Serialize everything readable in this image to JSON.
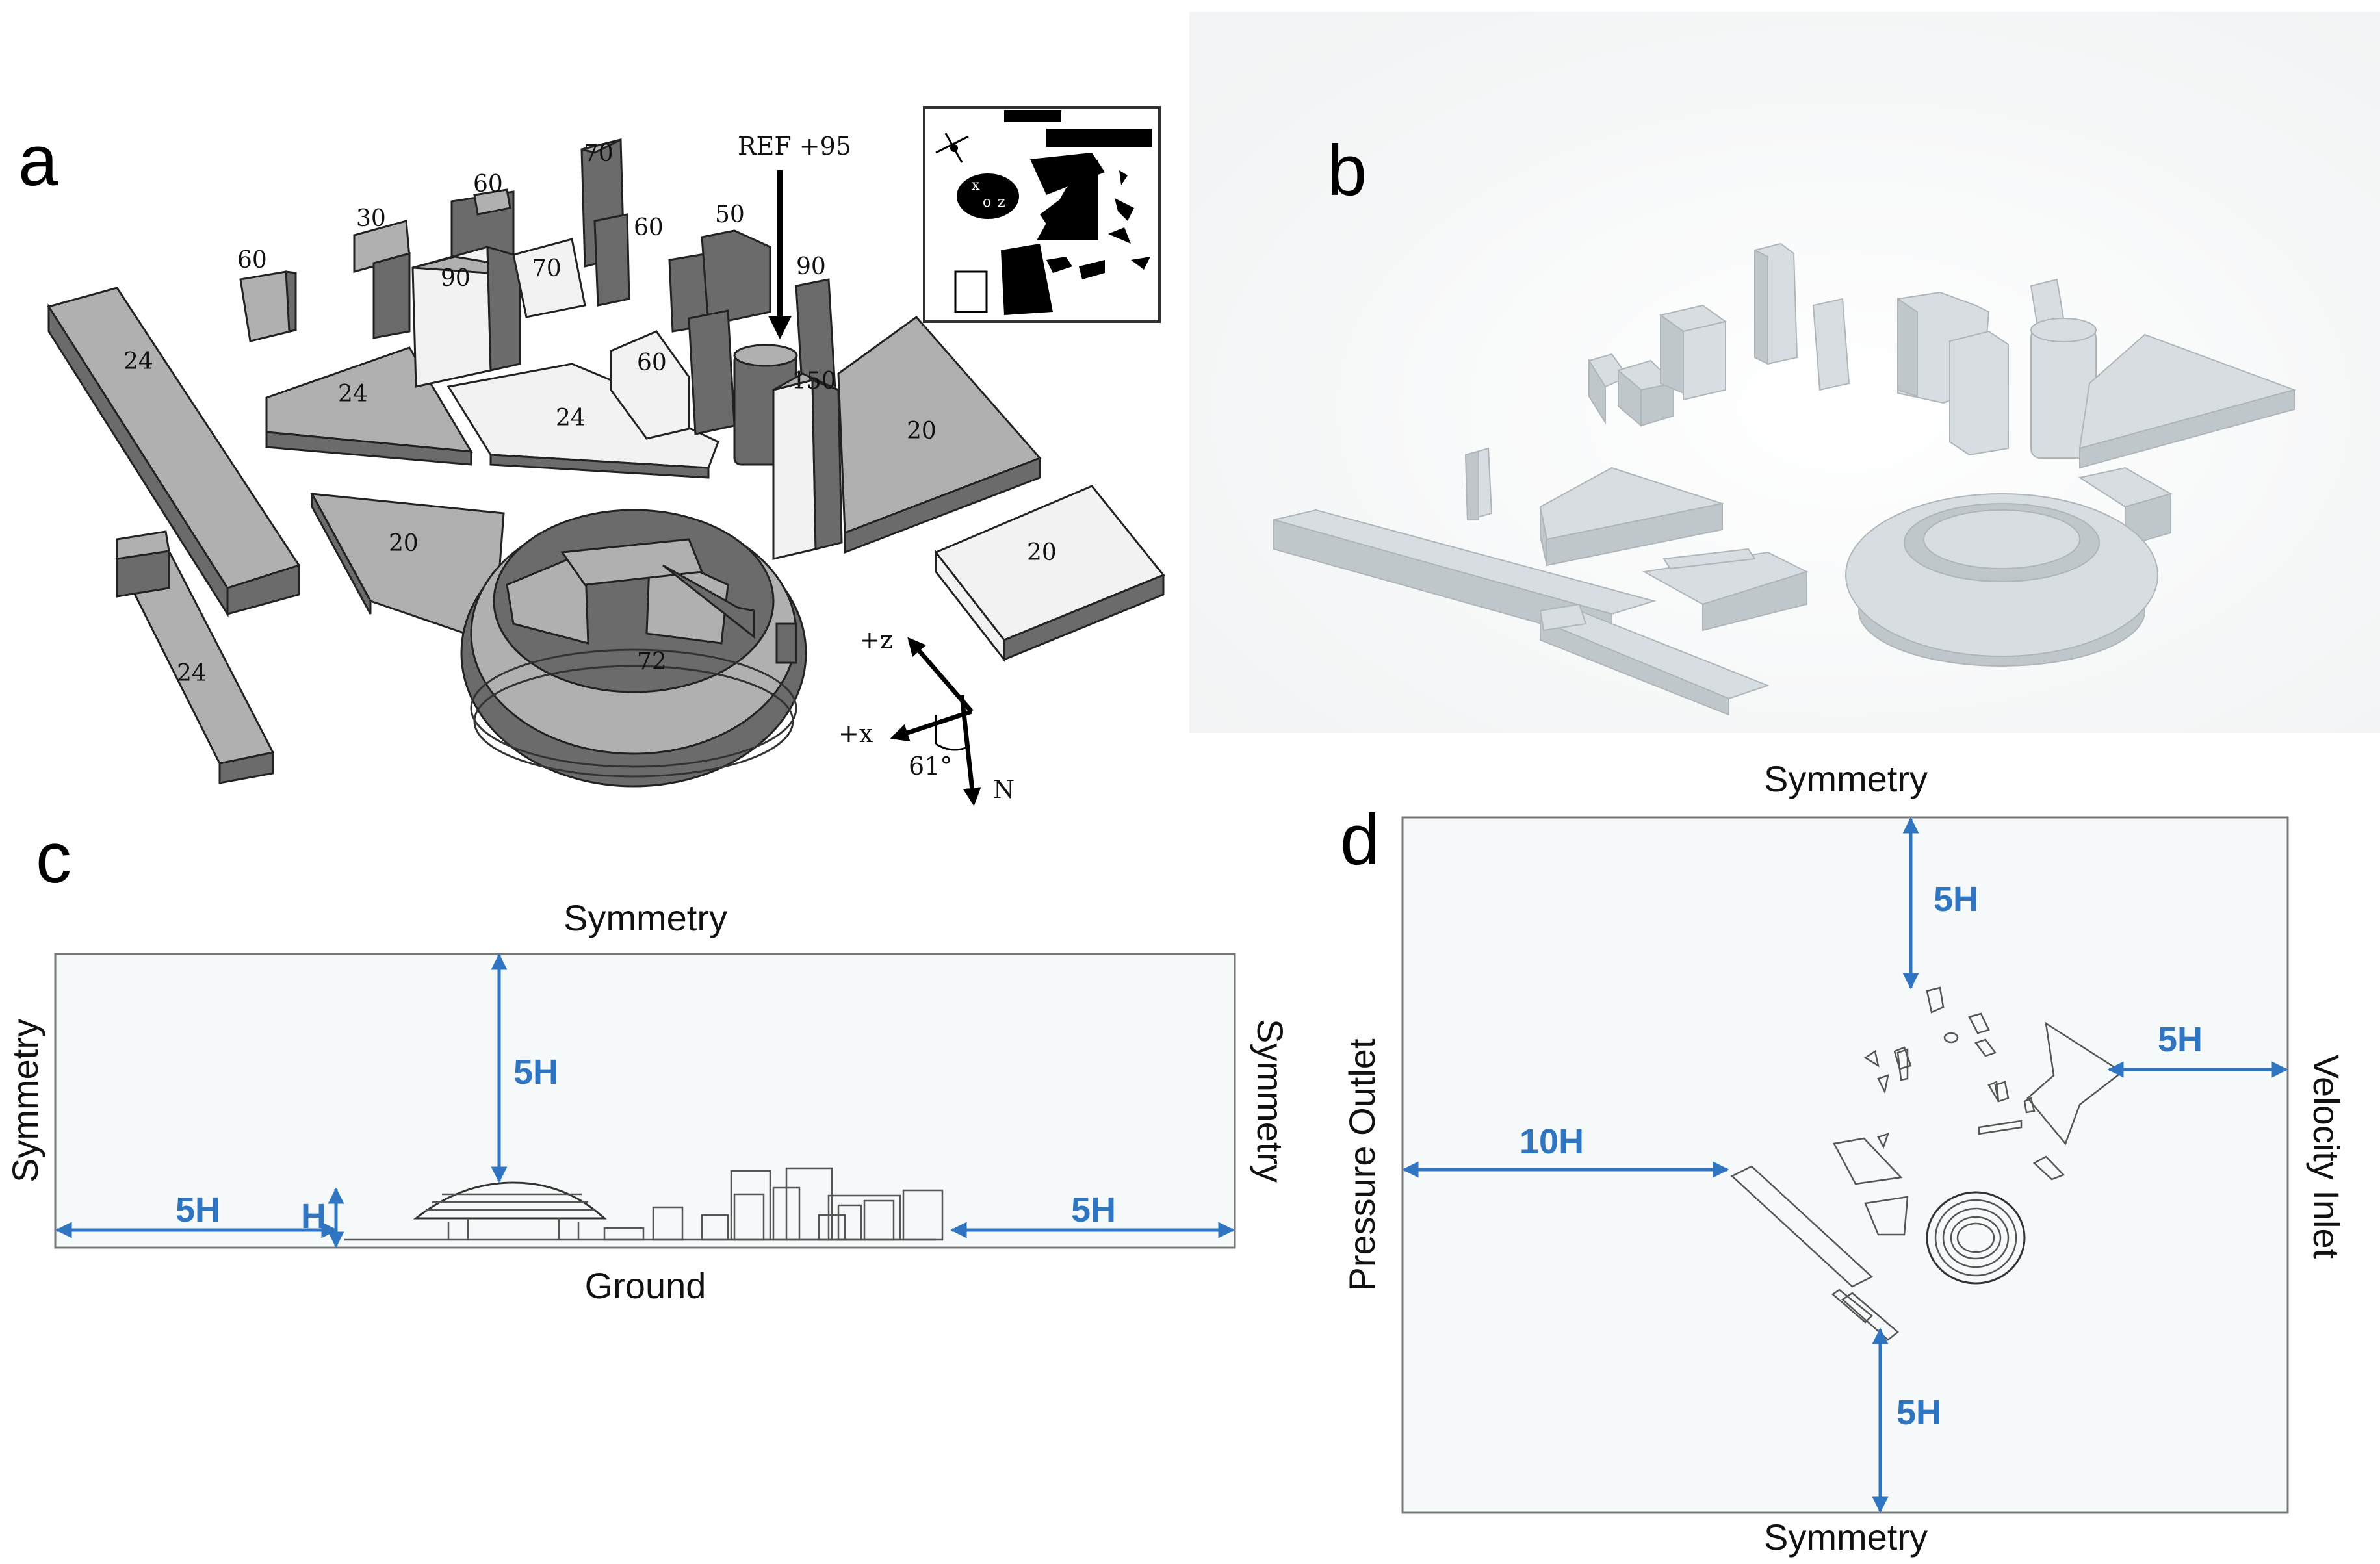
{
  "panels": {
    "a": {
      "label": "a",
      "ref_label": "REF +95",
      "building_heights": [
        "24",
        "24",
        "60",
        "30",
        "60",
        "70",
        "90",
        "70",
        "60",
        "50",
        "90",
        "60",
        "24",
        "24",
        "150",
        "20",
        "20",
        "20",
        "72"
      ],
      "axes": {
        "z": "+z",
        "x": "+x",
        "angle": "61°",
        "north": "N"
      },
      "inset": {
        "x": "x",
        "z": "z",
        "origin": "o"
      }
    },
    "b": {
      "label": "b"
    },
    "c": {
      "label": "c",
      "top": "Symmetry",
      "left": "Symmetry",
      "right": "Symmetry",
      "bottom": "Ground",
      "dims": {
        "top": "5H",
        "left": "5H",
        "height": "H",
        "right": "5H"
      }
    },
    "d": {
      "label": "d",
      "top": "Symmetry",
      "bottom": "Symmetry",
      "left": "Pressure Outlet",
      "right": "Velocity Inlet",
      "dims": {
        "top": "5H",
        "left": "10H",
        "right": "5H",
        "bottom": "5H"
      }
    }
  },
  "colors": {
    "dimension": "#2f75c2",
    "domain_fill": "#f5f9f9",
    "building_top": "#b0b0b0",
    "building_side": "#6b6b6b"
  }
}
